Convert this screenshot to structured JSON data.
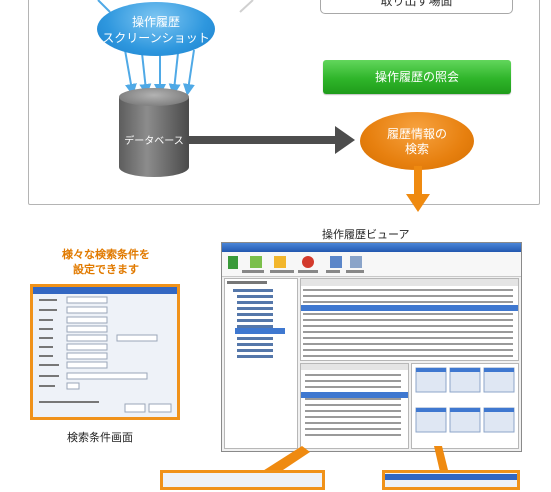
{
  "top": {
    "extract_label": "取り出す場面",
    "cloud_line1": "操作履歴",
    "cloud_line2": "スクリーンショット",
    "db_label": "データベース",
    "green_button": "操作履歴の照会",
    "orange_line1": "履歴情報の",
    "orange_line2": "検索"
  },
  "viewer": {
    "caption": "操作履歴ビューア"
  },
  "search": {
    "callout_line1": "様々な検索条件を",
    "callout_line2": "設定できます",
    "caption": "検索条件画面"
  },
  "colors": {
    "blue": "#2e97de",
    "orange": "#e7800f",
    "green": "#2fb52a",
    "db_gray": "#6e6e6e",
    "arrow_gray": "#4d4d4d"
  }
}
